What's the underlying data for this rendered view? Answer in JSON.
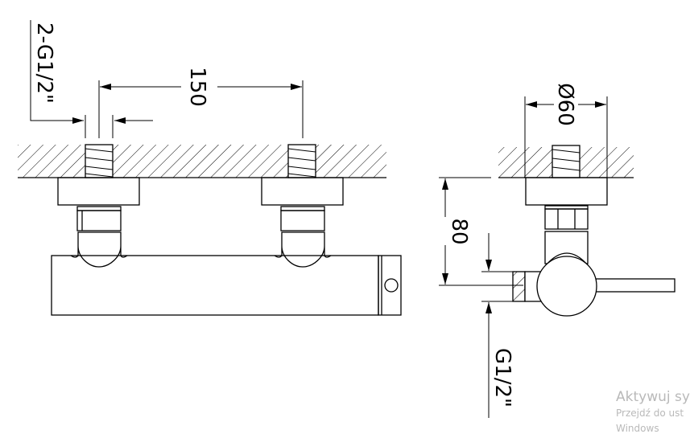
{
  "drawing": {
    "dimensions": {
      "inlet_thread_pair": "2-G1/2\"",
      "center_distance": "150",
      "flange_diameter": "Ø60",
      "wall_offset": "80",
      "outlet_thread": "G1/2\""
    },
    "stroke_color": "#000000"
  },
  "watermark": {
    "line1": "Aktywuj sy",
    "line2": "Przejdź do ust",
    "line3": "Windows"
  }
}
